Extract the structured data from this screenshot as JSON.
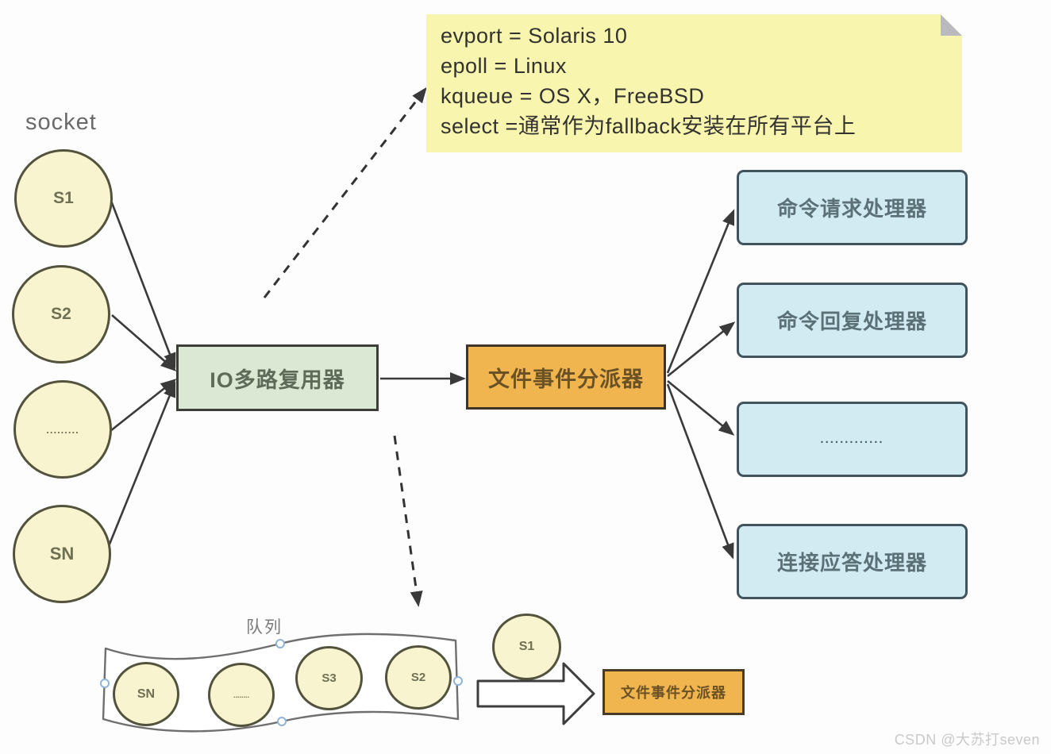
{
  "note": {
    "lines": [
      "evport = Solaris 10",
      "epoll = Linux",
      "kqueue = OS X，FreeBSD",
      "select =通常作为fallback安装在所有平台上"
    ]
  },
  "sockets": {
    "label": "socket",
    "items": [
      "S1",
      "S2",
      ".........",
      "SN"
    ]
  },
  "multiplexer": {
    "label": "IO多路复用器"
  },
  "dispatcher": {
    "label": "文件事件分派器"
  },
  "handlers": [
    "命令请求处理器",
    "命令回复处理器",
    ".............",
    "连接应答处理器"
  ],
  "queue": {
    "label": "队列",
    "items": [
      "SN",
      "........",
      "S3",
      "S2"
    ],
    "next_item": "S1",
    "dispatcher_label": "文件事件分派器"
  },
  "watermark": "CSDN @大苏打seven",
  "colors": {
    "note_bg": "#f8f5ae",
    "socket_fill": "#f8f4d0",
    "multiplexer_fill": "#dbe8d3",
    "dispatcher_fill": "#f0b54f",
    "handler_fill": "#d2ebf2",
    "connector": "#3a3a3a",
    "handle_stroke": "#8fb4d9"
  }
}
